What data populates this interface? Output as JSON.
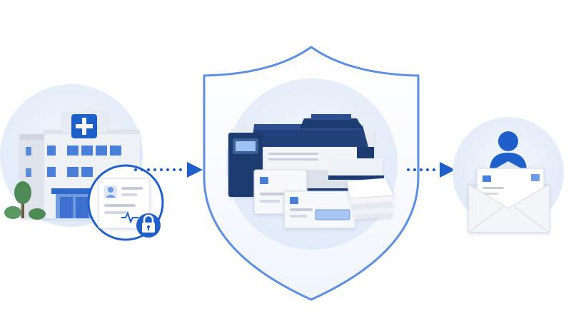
{
  "diagram": {
    "steps": [
      {
        "id": "source",
        "icon": "hospital-icon",
        "badge_icons": [
          "medical-record-icon",
          "lock-icon"
        ]
      },
      {
        "id": "processing",
        "icon": "shield-icon",
        "contents": [
          "printer-icon",
          "envelope-stack-icon",
          "paper-stack-icon"
        ]
      },
      {
        "id": "recipient",
        "icon": "user-icon",
        "contents": [
          "open-envelope-icon"
        ]
      }
    ],
    "connectors": [
      {
        "from": "source",
        "to": "processing",
        "style": "dotted-arrow"
      },
      {
        "from": "processing",
        "to": "recipient",
        "style": "dotted-arrow"
      }
    ]
  },
  "colors": {
    "primary": "#1f5fc9",
    "primary_light": "#6d9be8",
    "navy": "#1e3a6e",
    "circle_bg": "#eaf1fb",
    "shield_stroke": "#5c8fe0",
    "building": "#e9edf3",
    "window": "#4a7fd6",
    "tree": "#4d8a55",
    "paper": "#f6f8fb",
    "line_gray": "#c4ccd8"
  }
}
